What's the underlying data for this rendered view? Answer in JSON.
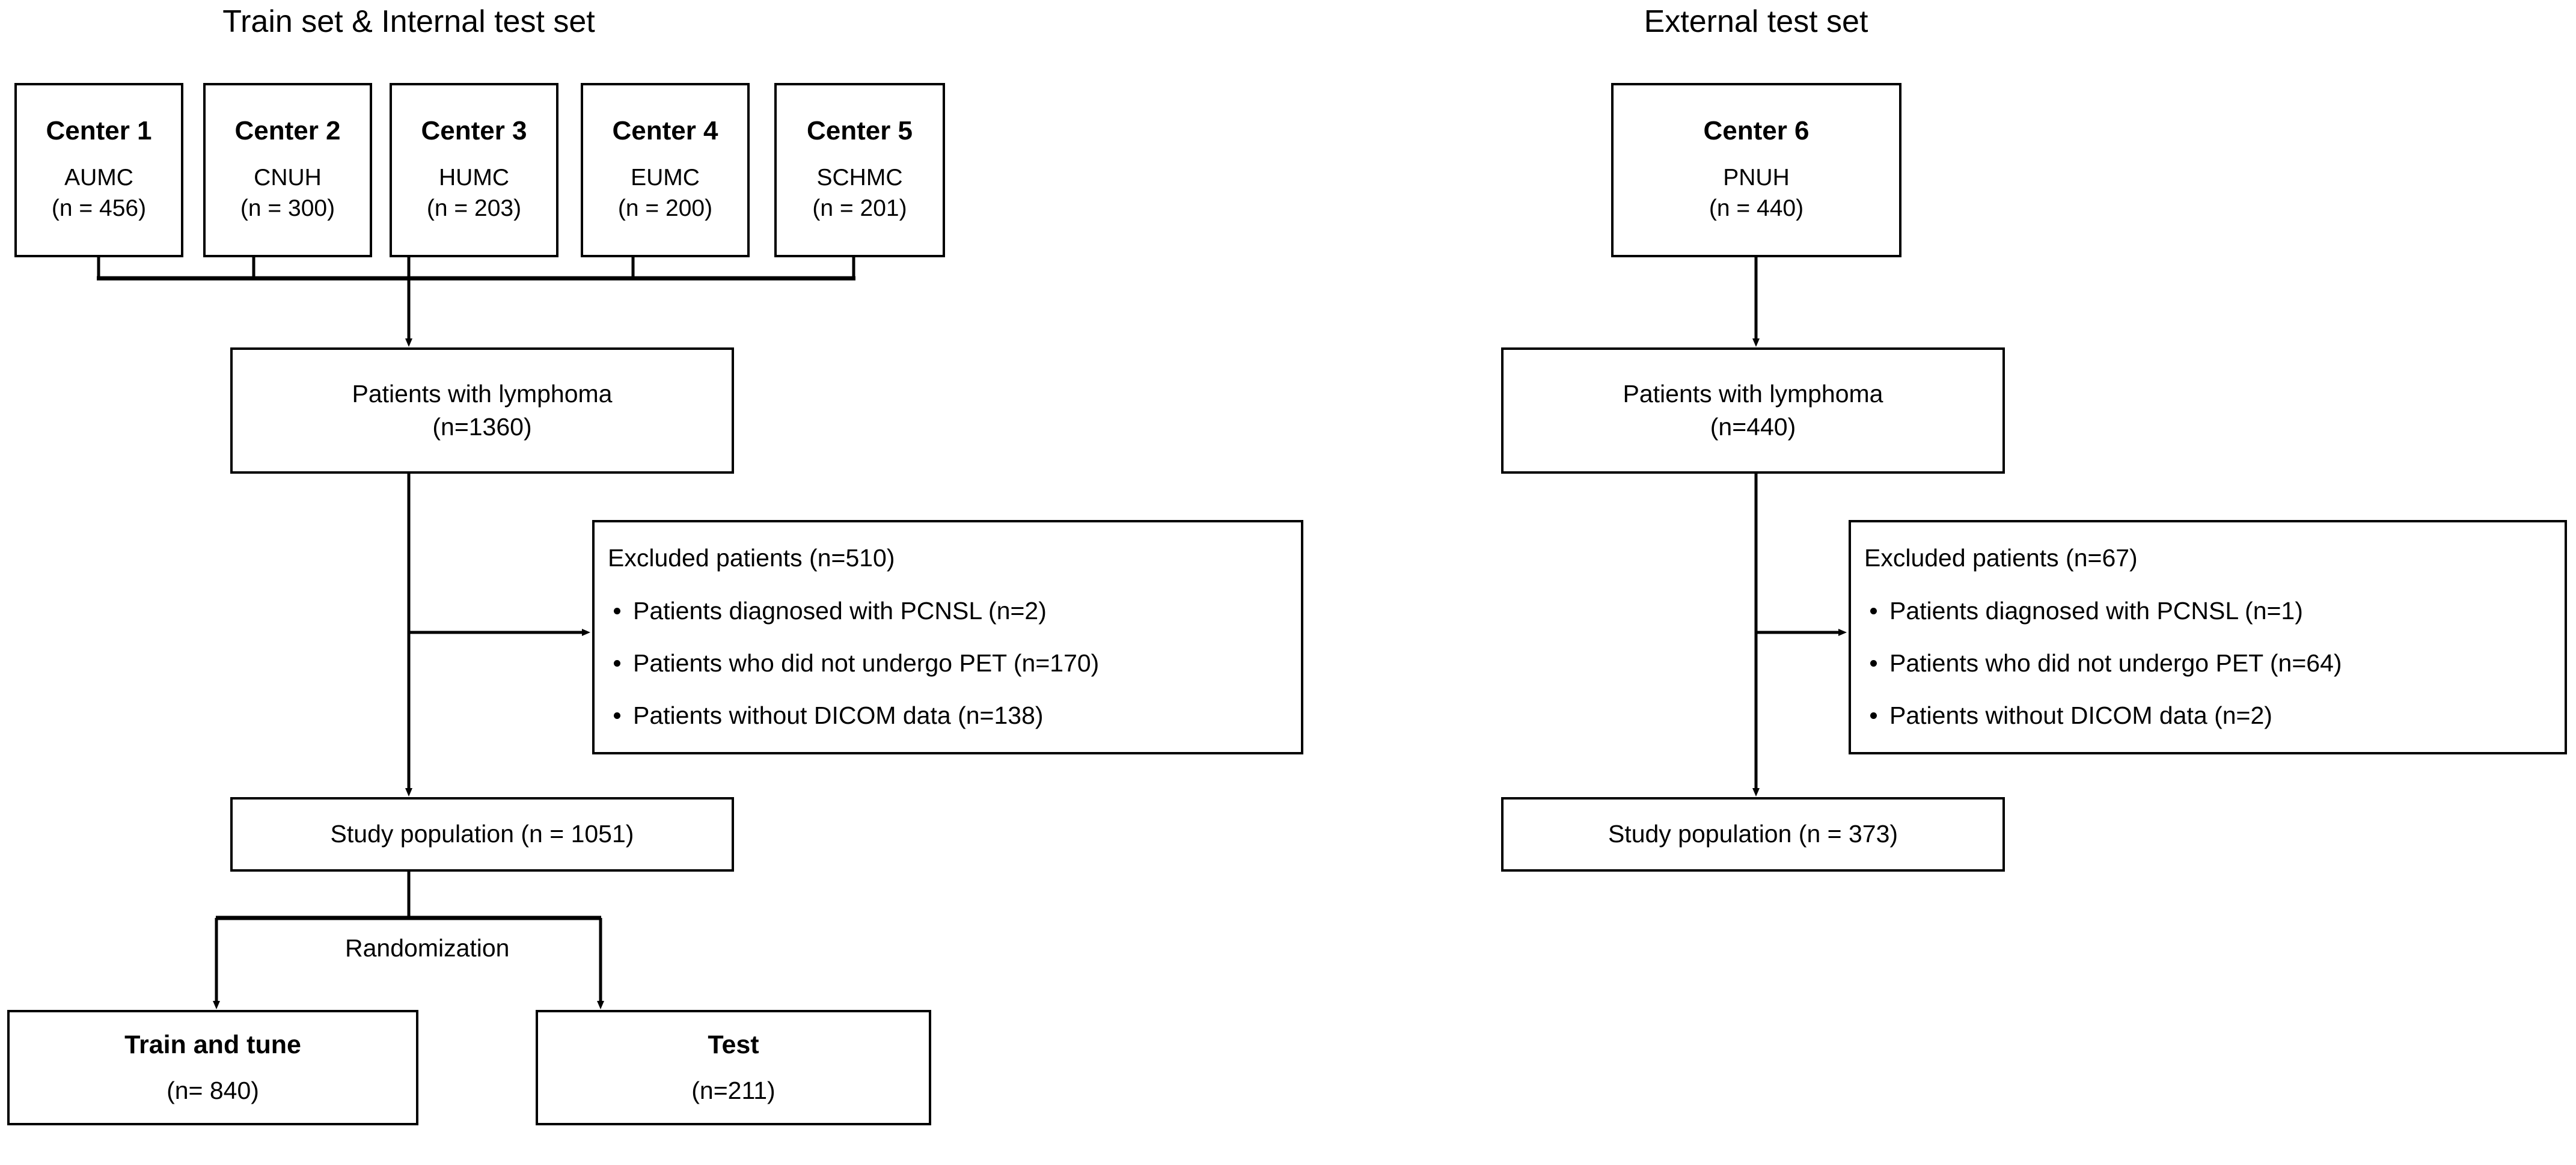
{
  "panels": [
    {
      "id": "left",
      "title": "Train set & Internal test set"
    },
    {
      "id": "right",
      "title": "External test set"
    }
  ],
  "colors": {
    "stroke": "#000000",
    "background": "#ffffff",
    "text": "#000000"
  },
  "left_panel": {
    "centers": [
      {
        "title": "Center 1",
        "name": "AUMC",
        "count": "(n = 456)"
      },
      {
        "title": "Center 2",
        "name": "CNUH",
        "count": "(n = 300)"
      },
      {
        "title": "Center 3",
        "name": "HUMC",
        "count": "(n = 203)"
      },
      {
        "title": "Center 4",
        "name": "EUMC",
        "count": "(n = 200)"
      },
      {
        "title": "Center 5",
        "name": "SCHMC",
        "count": "(n = 201)"
      }
    ],
    "lymphoma": {
      "line1": "Patients with lymphoma",
      "line2": "(n=1360)"
    },
    "excluded": {
      "heading": "Excluded patients (n=510)",
      "items": [
        "Patients diagnosed with PCNSL (n=2)",
        "Patients who did not undergo PET (n=170)",
        "Patients without DICOM data (n=138)"
      ]
    },
    "study_population": "Study population (n = 1051)",
    "randomization_label": "Randomization",
    "splits": [
      {
        "line1": "Train and tune",
        "line2": "(n= 840)"
      },
      {
        "line1": "Test",
        "line2": "(n=211)"
      }
    ]
  },
  "right_panel": {
    "centers": [
      {
        "title": "Center 6",
        "name": "PNUH",
        "count": "(n = 440)"
      }
    ],
    "lymphoma": {
      "line1": "Patients with lymphoma",
      "line2": "(n=440)"
    },
    "excluded": {
      "heading": "Excluded patients (n=67)",
      "items": [
        "Patients diagnosed with PCNSL (n=1)",
        "Patients who did not undergo PET (n=64)",
        "Patients without DICOM data (n=2)"
      ]
    },
    "study_population": "Study population (n = 373)"
  }
}
